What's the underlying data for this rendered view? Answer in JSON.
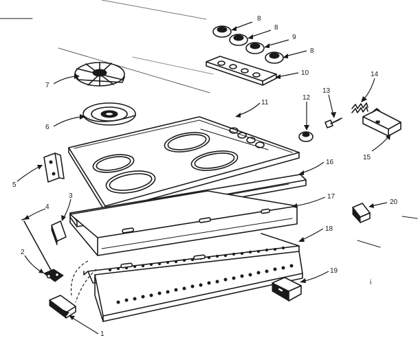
{
  "callouts": {
    "c1": "1",
    "c2": "2",
    "c3": "3",
    "c4": "4",
    "c5": "5",
    "c6": "6",
    "c7": "7",
    "c8a": "8",
    "c8b": "8",
    "c8c": "8",
    "c9": "9",
    "c10": "10",
    "c11": "11",
    "c12": "12",
    "c13": "13",
    "c14": "14",
    "c15": "15",
    "c16": "16",
    "c17": "17",
    "c18": "18",
    "c19": "19",
    "c20": "20"
  },
  "stray_marks": {
    "tick": "i"
  }
}
